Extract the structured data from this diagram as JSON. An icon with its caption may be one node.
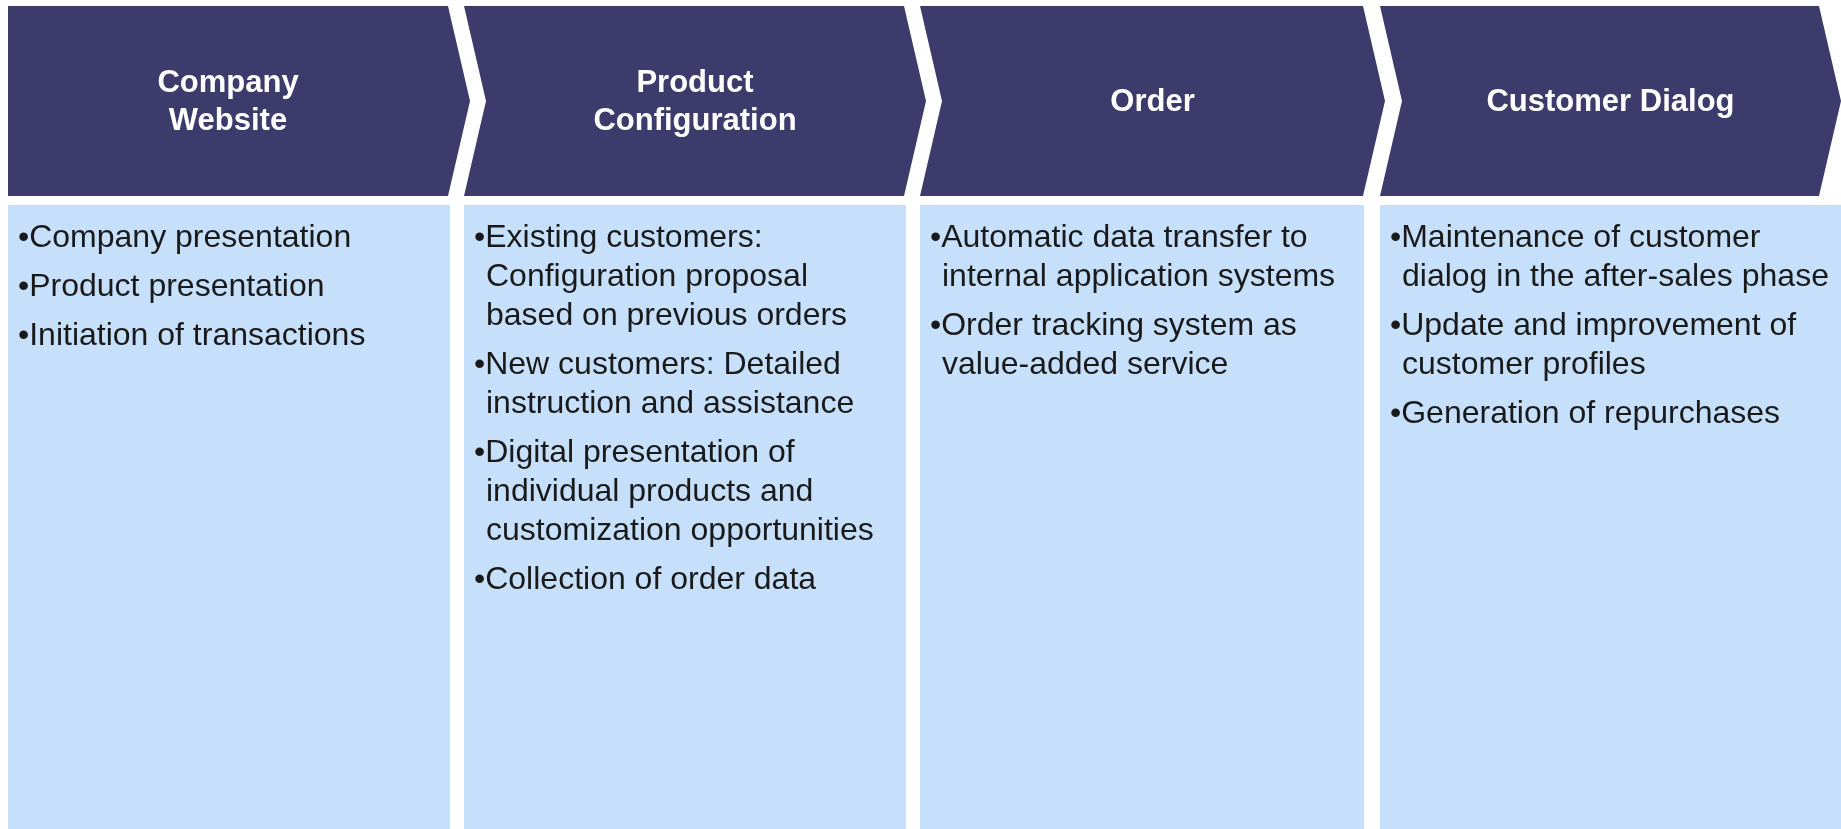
{
  "diagram": {
    "nodes": [
      {
        "text": [
          "Company Website"
        ]
      },
      {
        "text": [
          "Product Configuration"
        ]
      },
      {
        "text": [
          "Order"
        ]
      },
      {
        "text": [
          "Customer Dialog"
        ]
      },
      {
        "text": [
          "•Company presentation",
          "•Product presentation",
          "•Initiation of transactions"
        ]
      },
      {
        "text": [
          "•Existing customers: Configuration proposal based on previous orders",
          "•New customers: Detailed instruction and assistance",
          "•Digital presentation of individual products and customization opportunities",
          "•Collection of order data"
        ]
      },
      {
        "text": [
          "•Automatic data transfer to internal application systems",
          "•Order tracking system as value-added service"
        ]
      },
      {
        "text": [
          "•Maintenance of customer dialog in the after-sales phase",
          "•Update and improvement of customer profiles",
          "•Generation of repurchases"
        ]
      }
    ]
  }
}
